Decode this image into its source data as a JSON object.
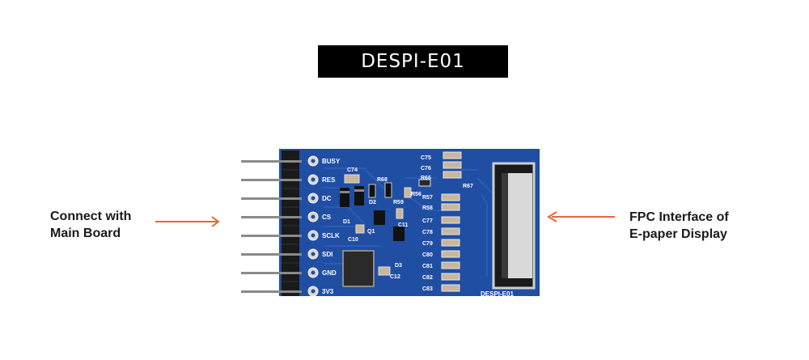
{
  "title": "DESPI-E01",
  "callout_left": {
    "line1": "Connect with",
    "line2": "Main Board"
  },
  "callout_right": {
    "line1": "FPC Interface of",
    "line2": "E-paper Display"
  },
  "board": {
    "model_label": "DESPI-E01",
    "pins": [
      "BUSY",
      "RES",
      "DC",
      "CS",
      "SCLK",
      "SDI",
      "GND",
      "3V3"
    ],
    "components": [
      "C74",
      "D1",
      "D2",
      "R68",
      "R59",
      "R56",
      "C11",
      "Q1",
      "C10",
      "D3",
      "C12",
      "C75",
      "C76",
      "R66",
      "R67",
      "R57",
      "R58",
      "C77",
      "C78",
      "C79",
      "C80",
      "C81",
      "C82",
      "C83"
    ]
  },
  "colors": {
    "pcb": "#1f4ea3",
    "arrow": "#e8663c",
    "banner": "#000000"
  }
}
